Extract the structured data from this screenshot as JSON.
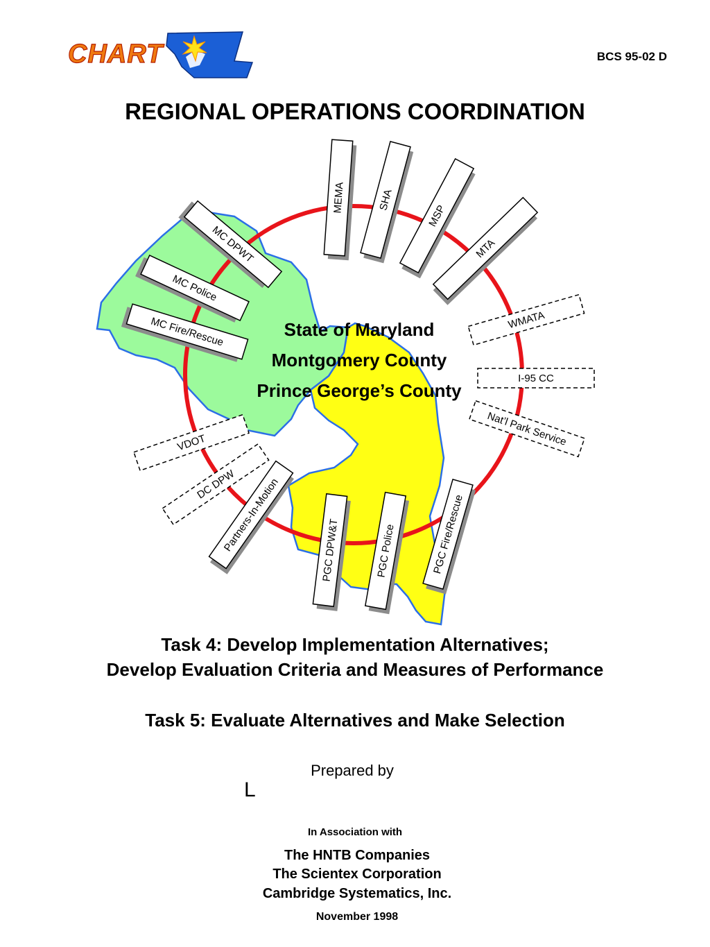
{
  "header": {
    "logo_text": "CHART",
    "doc_code": "BCS 95-02 D",
    "title": "REGIONAL OPERATIONS COORDINATION"
  },
  "diagram": {
    "center_labels": [
      "State of Maryland",
      "Montgomery County",
      "Prince George’s County"
    ],
    "agencies_solid": [
      "MEMA",
      "SHA",
      "MSP",
      "MTA",
      "MC DPWT",
      "MC Police",
      "MC Fire/Rescue",
      "Partners-In-Motion",
      "PGC DPW&T",
      "PGC Police",
      "PGC Fire/Rescue"
    ],
    "agencies_dashed": [
      "WMATA",
      "I-95 CC",
      "Nat’l Park Service",
      "VDOT",
      "DC DPW"
    ],
    "colors": {
      "ring": "#e8141a",
      "montgomery": "#9cfa9c",
      "prince_georges": "#ffff14",
      "border": "#2b6fe6",
      "shadow": "#8c8c8c"
    }
  },
  "tasks": {
    "task4_line1": "Task 4: Develop Implementation Alternatives;",
    "task4_line2": "Develop Evaluation Criteria and Measures of Performance",
    "task5": "Task 5: Evaluate Alternatives and Make Selection"
  },
  "footer": {
    "prepared_by": "Prepared by",
    "company_mark": "L",
    "association": "In Association with",
    "partners": [
      "The HNTB Companies",
      "The Scientex Corporation",
      "Cambridge Systematics, Inc."
    ],
    "date": "November 1998"
  }
}
